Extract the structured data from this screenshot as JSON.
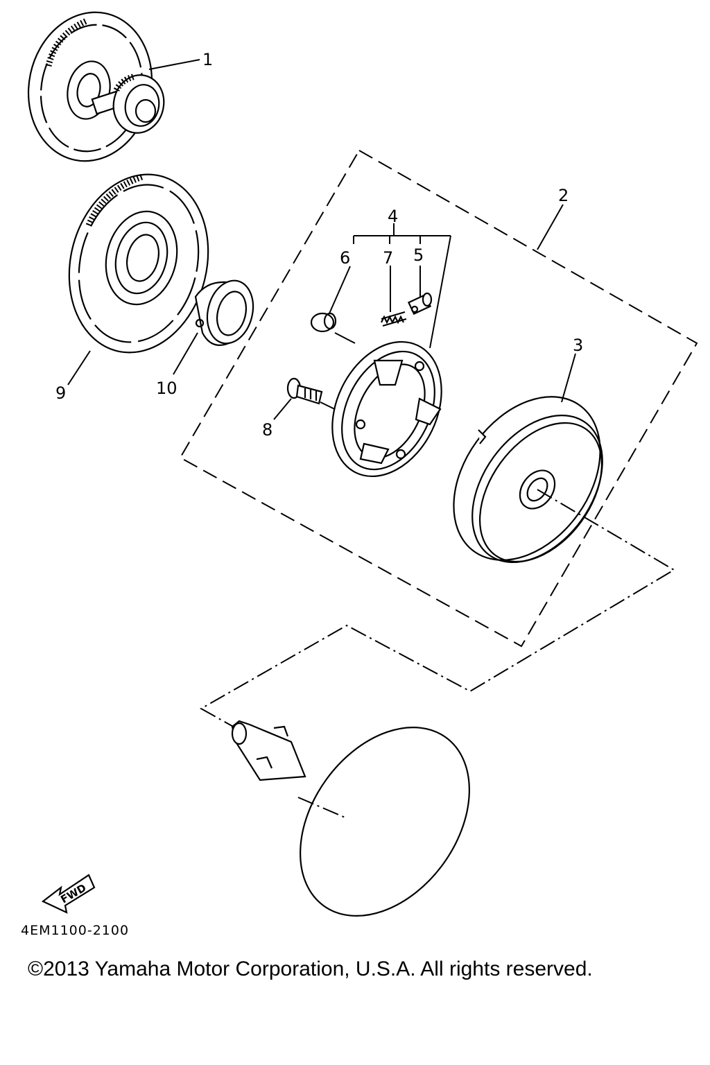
{
  "part_labels": {
    "p1": "1",
    "p2": "2",
    "p3": "3",
    "p4": "4",
    "p5": "5",
    "p6": "6",
    "p7": "7",
    "p8": "8",
    "p9": "9",
    "p10": "10"
  },
  "fwd_label": "FWD",
  "diagram_code": "4EM1100-2100",
  "copyright": "©2013 Yamaha Motor Corporation, U.S.A. All rights reserved."
}
